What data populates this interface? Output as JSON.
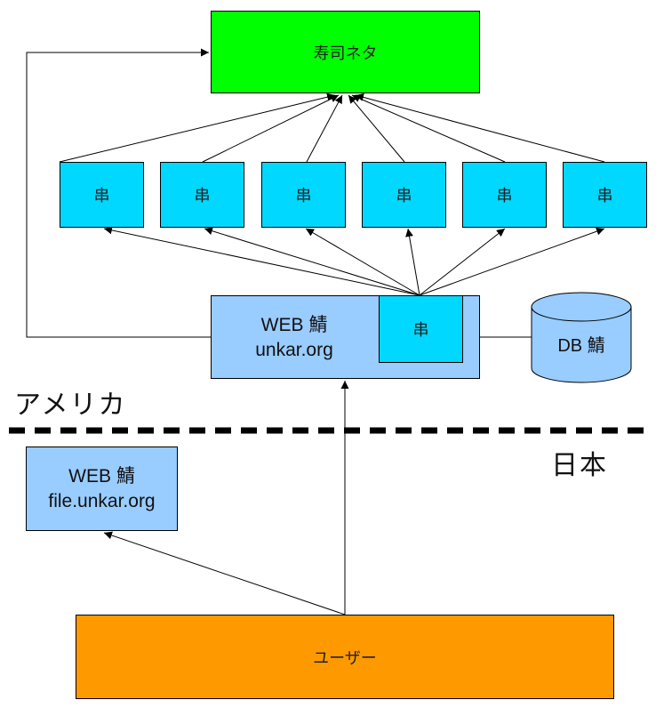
{
  "nodes": {
    "sushi_neta": "寿司ネタ",
    "kushi": [
      "串",
      "串",
      "串",
      "串",
      "串",
      "串"
    ],
    "web_main": {
      "line1": "WEB 鯖",
      "line2": "unkar.org"
    },
    "web_main_kushi": "串",
    "db": "DB 鯖",
    "web_file": {
      "line1": "WEB 鯖",
      "line2": "file.unkar.org"
    },
    "user": "ユーザー"
  },
  "regions": {
    "america": "アメリカ",
    "japan": "日本"
  },
  "colors": {
    "sushi": "#00ff00",
    "kushi": "#00d8ff",
    "server": "#99ccff",
    "user": "#ff9900"
  }
}
